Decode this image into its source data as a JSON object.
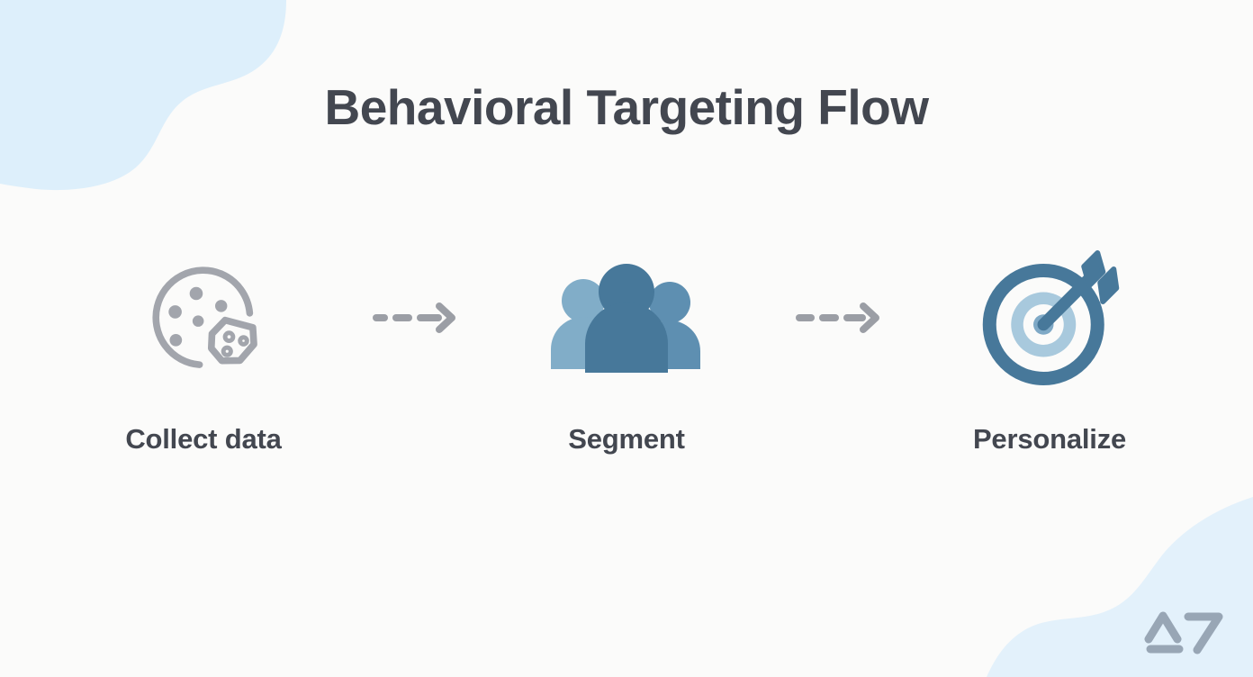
{
  "slide": {
    "title": "Behavioral Targeting Flow",
    "background_color": "#fbfbfa"
  },
  "decor": {
    "blob_top_left_color": "#ddeffb",
    "blob_bottom_right_color": "#e3f1fb"
  },
  "palette": {
    "title_color": "#434750",
    "label_color": "#434750",
    "icon_gray": "#a2a5ac",
    "arrow_gray": "#9b9ea5",
    "blue_dark": "#47789a",
    "blue_mid": "#6a9bbb",
    "blue_light": "#81adc8",
    "blue_pale": "#a8c9dd",
    "logo_color": "#98a6b5"
  },
  "flow": {
    "steps": [
      {
        "id": "collect-data",
        "label": "Collect data",
        "icon": "cookie-icon"
      },
      {
        "id": "segment",
        "label": "Segment",
        "icon": "people-group-icon"
      },
      {
        "id": "personalize",
        "label": "Personalize",
        "icon": "target-arrow-icon"
      }
    ],
    "connectors": [
      {
        "id": "connector-1",
        "icon": "dashed-arrow-right-icon"
      },
      {
        "id": "connector-2",
        "icon": "dashed-arrow-right-icon"
      }
    ]
  },
  "logo": {
    "name": "a7-logo",
    "text": "A7"
  }
}
